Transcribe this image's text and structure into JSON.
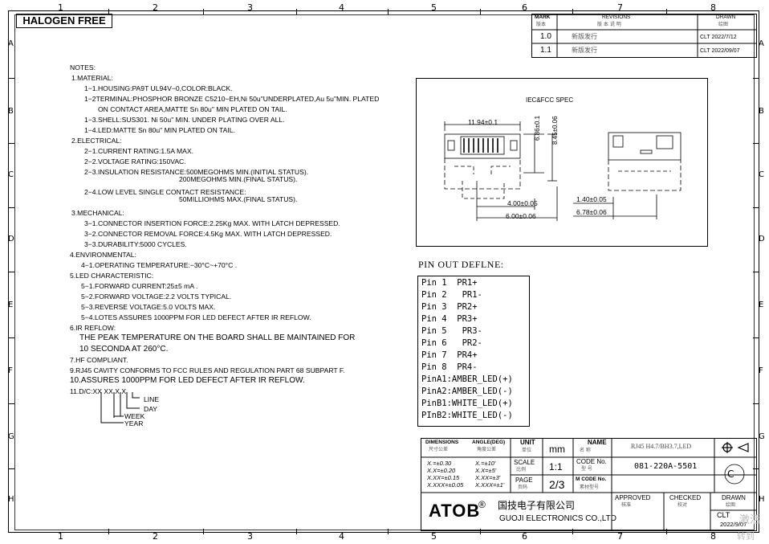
{
  "halogen_label": "HALOGEN FREE",
  "columns": [
    "1",
    "2",
    "3",
    "4",
    "5",
    "6",
    "7",
    "8"
  ],
  "rows": [
    "A",
    "B",
    "C",
    "D",
    "E",
    "F",
    "G",
    "H"
  ],
  "revisions": {
    "header": {
      "mark": "MARK",
      "mark_cn": "版本",
      "revisions": "REVISIONS",
      "revisions_cn": "版 本 说 明",
      "drawn": "DRAWN",
      "drawn_cn": "绘图"
    },
    "rows": [
      {
        "mark": "1.0",
        "desc": "新版发行",
        "drawn": "CLT 2022/7/12"
      },
      {
        "mark": "1.1",
        "desc": "新版发行",
        "drawn": "CLT 2022/09/07"
      }
    ]
  },
  "notes": [
    "NOTES:",
    "1.MATERIAL:",
    "1−1.HOUSING:PA9T UL94V−0,COLOR:BLACK.",
    "1−2TERMINAL:PHOSPHOR BRONZE C5210−EH,Ni 50u\"UNDERPLATED,Au 5u\"MIN. PLATED",
    "ON CONTACT AREA,MATTE Sn 80u\" MIN PLATED ON TAIL.",
    "1−3.SHELL:SUS301. Ni 50u\" MIN. UNDER PLATING OVER ALL.",
    "1−4.LED:MATTE Sn 80u\" MIN PLATED ON TAIL.",
    "2.ELECTRICAL:",
    "2−1.CURRENT RATING:1.5A MAX.",
    "2−2.VOLTAGE RATING:150VAC.",
    "2−3.INSULATION RESISTANCE:500MEGOHMS MIN.(INITIAL STATUS).",
    "200MEGOHMS MIN.(FINAL STATUS).",
    "2−4.LOW LEVEL SINGLE CONTACT RESISTANCE:",
    "50MILLIOHMS MAX.(FINAL STATUS).",
    "3.MECHANICAL:",
    "3−1.CONNECTOR INSERTION FORCE:2.25Kg MAX. WITH LATCH DEPRESSED.",
    "3−2.CONNECTOR REMOVAL FORCE:4.5Kg MAX. WITH LATCH DEPRESSED.",
    "3−3.DURABILITY:5000 CYCLES.",
    "4.ENVIRONMENTAL:",
    "4−1.OPERATING TEMPERATURE:−30°C~+70°C .",
    "5.LED CHARACTERISTIC:",
    "5−1.FORWARD CURRENT:25±5 mA .",
    "5−2.FORWARD VOLTAGE:2.2 VOLTS TYPICAL.",
    "5−3.REVERSE VOLTAGE:5.0 VOLTS MAX.",
    "5−4.LOTES ASSURES 1000PPM FOR LED DEFECT AFTER IR REFLOW.",
    "6.IR REFLOW:",
    "THE PEAK TEMPERATURE ON THE BOARD SHALL BE MAINTAINED FOR",
    "10 SECONDA AT 260°C.",
    "7.HF COMPLIANT.",
    "9.RJ45 CAVITY CONFORMS TO FCC RULES AND REGULATION PART 68 SUBPART F.",
    "10.ASSURES 1000PPM FOR LED DEFECT AFTER IR REFLOW.",
    "11.D/C:XX XX X X"
  ],
  "datecode_labels": [
    "LINE",
    "DAY",
    "WEEK",
    "YEAR"
  ],
  "spec": {
    "title": "IEC&FCC SPEC",
    "dims": [
      "11.94±0.1",
      "6.86±0.1",
      "8.45±0.06",
      "4.00±0.05",
      "6.00±0.06",
      "1.40±0.05",
      "6.78±0.06"
    ]
  },
  "pinout": {
    "title": "PIN OUT DEFLNE:",
    "pins": [
      "Pin 1  PR1+",
      "Pin 2   PR1-",
      "Pin 3  PR2+",
      "Pin 4  PR3+",
      "Pin 5   PR3-",
      "Pin 6   PR2-",
      "Pin 7  PR4+",
      "Pin 8  PR4-",
      "PinA1:AMBER_LED(+)",
      "PinA2:AMBER_LED(-)",
      "PinB1:WHITE_LED(+)",
      "PInB2:WHITE_LED(-)"
    ]
  },
  "title_block": {
    "dimensions": "DIMENSIONS",
    "dimensions_cn": "尺寸公差",
    "angle": "ANGLE(DEG)",
    "angle_cn": "角度公差",
    "tol_lin": [
      "X.=±0.30",
      "X.X=±0.20",
      "X.XX=±0.15",
      "X.XXX=±0.05"
    ],
    "tol_ang": [
      "X.=±10'",
      "X.X=±5'",
      "X.XX=±3'",
      "X.XXX=±1'"
    ],
    "unit": "UNIT",
    "unit_cn": "单位",
    "unit_val": "mm",
    "name": "NAME",
    "name_cn": "名 称",
    "name_val": "RJ45 H4.7/BH3.7,LED",
    "scale": "SCALE",
    "scale_cn": "比例",
    "scale_val": "1:1",
    "code": "CODE No.",
    "code_cn": "型 号",
    "code_val": "081-220A-5501",
    "page": "PAGE",
    "page_cn": "页码",
    "page_val": "2/3",
    "mcode": "M CODE No.",
    "mcode_cn": "素材型号",
    "logo": "ATOB",
    "company_cn": "国技电子有限公司",
    "company_en": "GUOJI ELECTRONICS CO.,LTD",
    "approved": "APPROVED",
    "approved_cn": "核准",
    "checked": "CHECKED",
    "checked_cn": "校对",
    "drawn": "DRAWN",
    "drawn_cn": "绘图",
    "drawn_by": "CLT",
    "drawn_date": "2022/9/07",
    "rev_circle": "C"
  },
  "watermark": [
    "激活",
    "转到"
  ]
}
